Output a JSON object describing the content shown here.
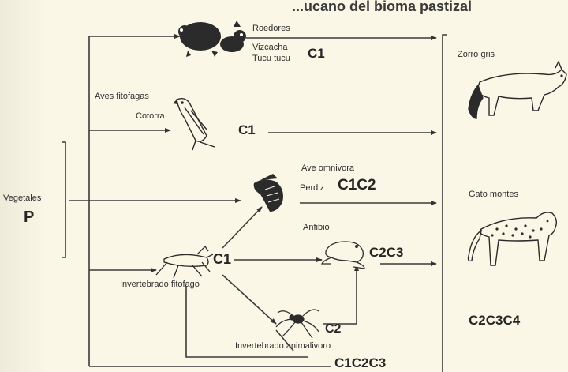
{
  "header_text": "...ucano del bioma pastizal",
  "producer": {
    "label": "Vegetales",
    "symbol": "P"
  },
  "rodents": {
    "title": "Roedores",
    "line1": "Vizcacha",
    "line2": "Tucu tucu",
    "level": "C1"
  },
  "birds": {
    "title": "Aves fitofagas",
    "name": "Cotorra",
    "level": "C1"
  },
  "omnivore": {
    "title": "Ave omnivora",
    "name": "Perdiz",
    "level": "C1C2"
  },
  "amphibian": {
    "title": "Anfibio",
    "level": "C2C3"
  },
  "herbivore_invertebrate": {
    "label": "Invertebrado fitofago",
    "level": "C1"
  },
  "predator_invertebrate": {
    "label": "Invertebrado animalivoro",
    "level": "C2"
  },
  "bottom_level": "C1C2C3",
  "top_predators": {
    "fox": "Zorro gris",
    "cat": "Gato montes",
    "level": "C2C3C4"
  },
  "colors": {
    "ink": "#2a2a2a",
    "paper": "#fbf7e6"
  }
}
